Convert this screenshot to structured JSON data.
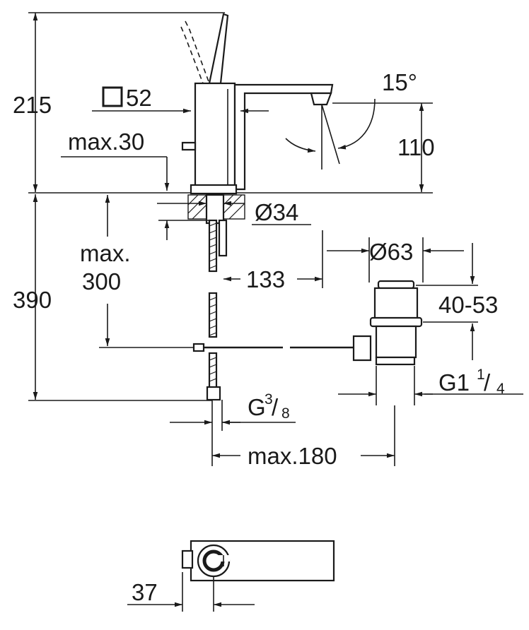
{
  "dimensions": {
    "square": "52",
    "height_top": "215",
    "max30": "max.30",
    "spout_height": "110",
    "angle": "15°",
    "dia34": "Ø34",
    "max300_a": "max.",
    "max300_b": "300",
    "height_bottom": "390",
    "reach": "133",
    "dia63": "Ø63",
    "range": "40-53",
    "thread_g1": "G1",
    "thread_g1_num": "1",
    "thread_g1_den": "4",
    "thread_g38": "G",
    "thread_g38_num": "3",
    "thread_g38_den": "8",
    "max180": "max.180",
    "width37": "37"
  }
}
